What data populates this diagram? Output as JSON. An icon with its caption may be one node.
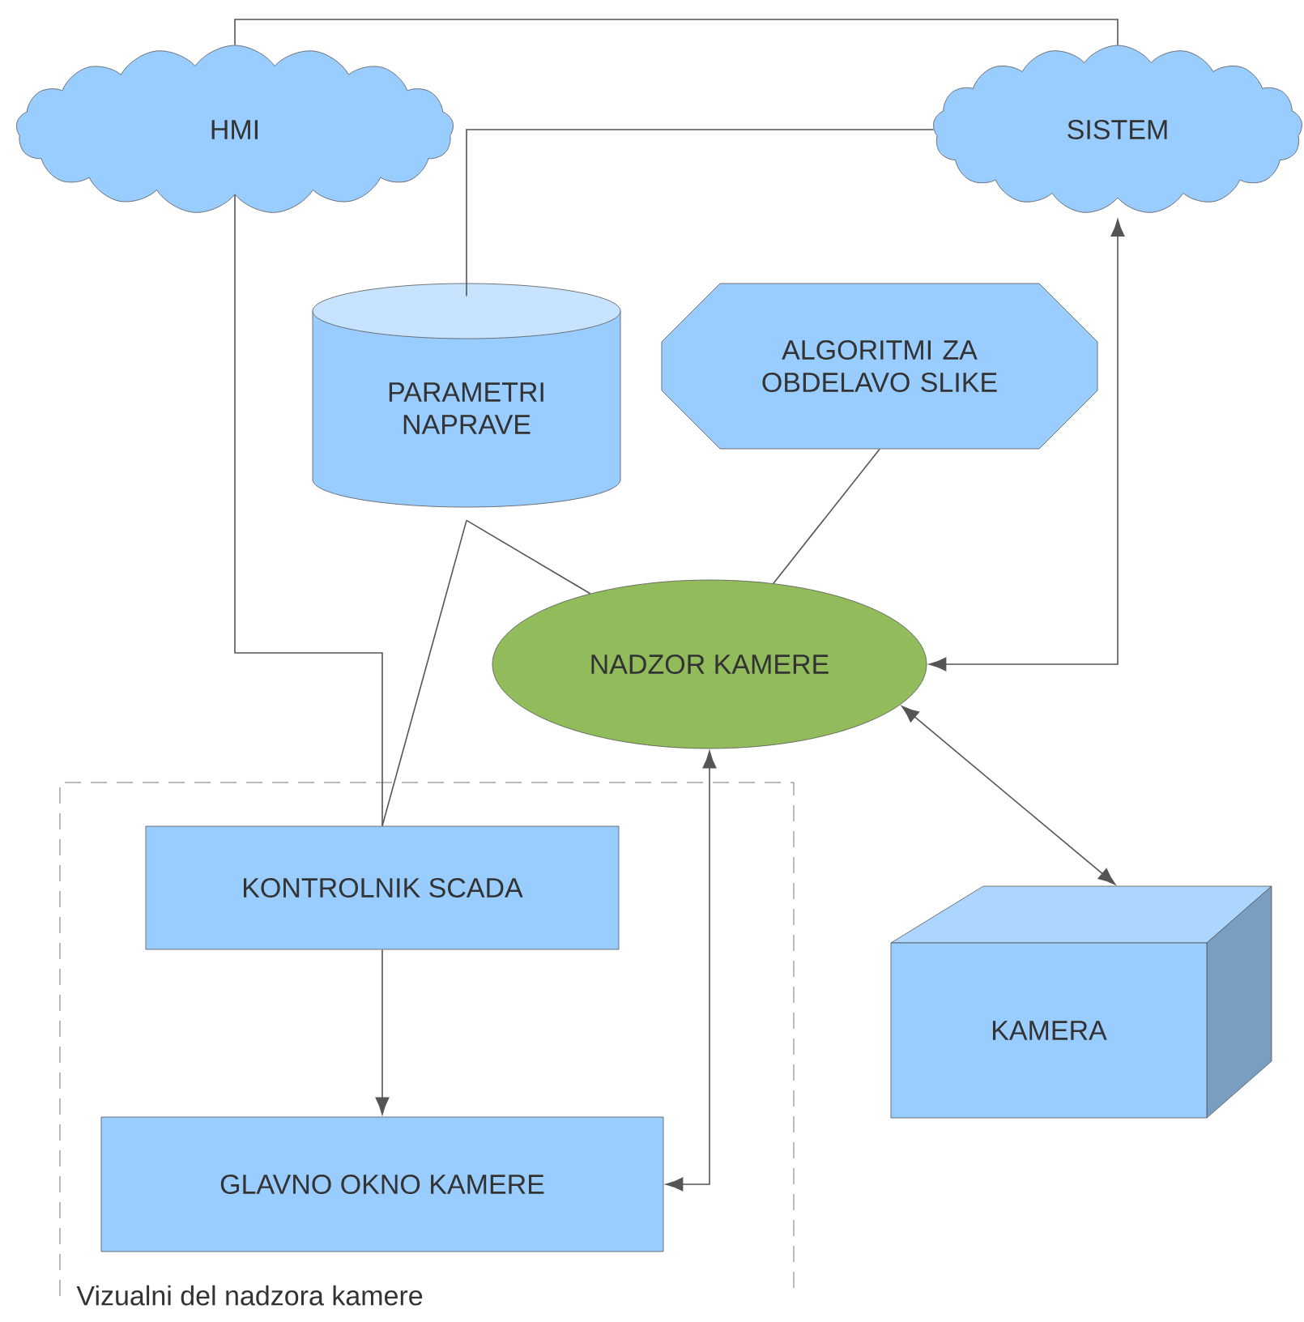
{
  "diagram": {
    "nodes": [
      {
        "text": [
          "HMI"
        ]
      },
      {
        "text": [
          "SISTEM"
        ]
      },
      {
        "text": [
          "PARAMETRI NAPRAVE"
        ]
      },
      {
        "text": [
          "ALGORITMI ZA OBDELAVO SLIKE"
        ]
      },
      {
        "text": [
          "NADZOR KAMERE"
        ]
      },
      {
        "text": [
          "Vizualni del nadzora kamere"
        ]
      },
      {
        "text": [
          "KONTROLNIK SCADA"
        ],
        "in": 5
      },
      {
        "text": [
          "GLAVNO OKNO KAMERE"
        ],
        "in": 5
      },
      {
        "text": [
          "KAMERA"
        ]
      }
    ],
    "edges": [
      {
        "from": 0,
        "to": 1,
        "arrow": "none"
      },
      {
        "from": 1,
        "to": 2,
        "arrow": "none"
      },
      {
        "from": 0,
        "to": 6,
        "arrow": "none"
      },
      {
        "from": 2,
        "to": 6,
        "arrow": "none"
      },
      {
        "from": 2,
        "to": 4,
        "arrow": "none"
      },
      {
        "from": 3,
        "to": 4,
        "arrow": "none"
      },
      {
        "from": 4,
        "to": 1,
        "arrow": "both"
      },
      {
        "from": 4,
        "to": 8,
        "arrow": "both"
      },
      {
        "from": 4,
        "to": 7,
        "arrow": "both"
      },
      {
        "from": 6,
        "to": 7,
        "arrow": "to"
      }
    ]
  }
}
